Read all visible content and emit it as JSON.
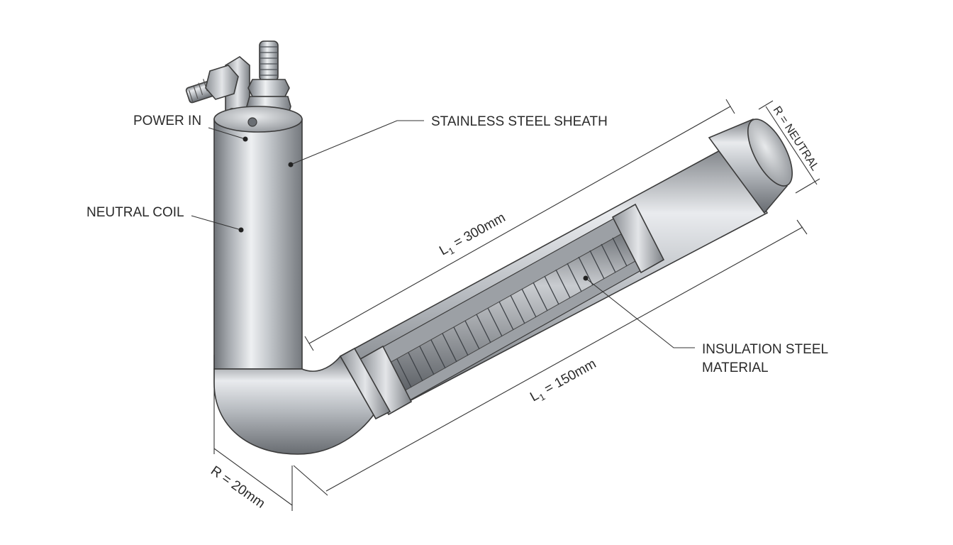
{
  "labels": {
    "power_in": "POWER IN",
    "stainless_sheath": "STAINLESS STEEL SHEATH",
    "neutral_coil": "NEUTRAL COIL",
    "insulation_line1": "INSULATION STEEL",
    "insulation_line2": "MATERIAL"
  },
  "dimensions": {
    "upper_length": {
      "prefix": "L",
      "subscript": "1",
      "value": " = 300mm"
    },
    "lower_length": {
      "prefix": "L",
      "subscript": "1",
      "value": " = 150mm"
    },
    "bend_radius": "R = 20mm",
    "end_radius": "R = NEUTRAL"
  },
  "colors": {
    "metal_dark": "#6f7378",
    "metal_mid": "#b9bdc2",
    "metal_light": "#eef0f2",
    "coil": "#8a8e93",
    "line": "#333333"
  }
}
